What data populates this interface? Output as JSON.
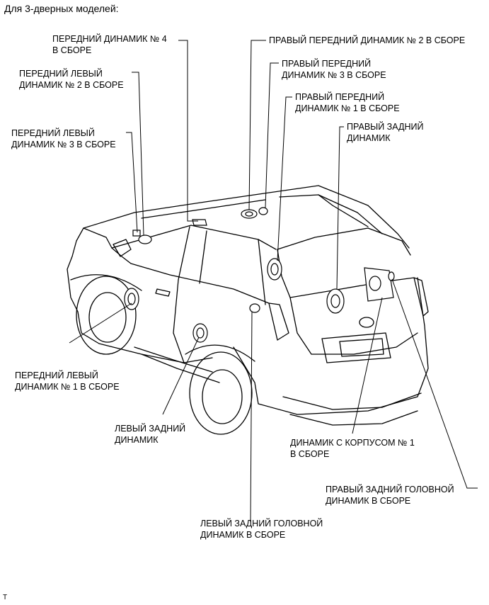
{
  "heading": "Для 3-дверных моделей:",
  "labels": {
    "front_4": [
      "ПЕРЕДНИЙ ДИНАМИК № 4",
      "В СБОРЕ"
    ],
    "right_front_2": [
      "ПРАВЫЙ ПЕРЕДНИЙ ДИНАМИК № 2 В СБОРЕ"
    ],
    "right_front_3": [
      "ПРАВЫЙ ПЕРЕДНИЙ",
      "ДИНАМИК № 3 В СБОРЕ"
    ],
    "left_front_2": [
      "ПЕРЕДНИЙ ЛЕВЫЙ",
      "ДИНАМИК № 2 В СБОРЕ"
    ],
    "right_front_1": [
      "ПРАВЫЙ ПЕРЕДНИЙ",
      "ДИНАМИК № 1 В СБОРЕ"
    ],
    "right_rear": [
      "ПРАВЫЙ ЗАДНИЙ",
      "ДИНАМИК"
    ],
    "left_front_3": [
      "ПЕРЕДНИЙ ЛЕВЫЙ",
      "ДИНАМИК № 3 В СБОРЕ"
    ],
    "left_front_1": [
      "ПЕРЕДНИЙ ЛЕВЫЙ",
      "ДИНАМИК № 1 В СБОРЕ"
    ],
    "left_rear": [
      "ЛЕВЫЙ ЗАДНИЙ",
      "ДИНАМИК"
    ],
    "box_1": [
      "ДИНАМИК С КОРПУСОМ № 1",
      "В СБОРЕ"
    ],
    "right_rear_head": [
      "ПРАВЫЙ ЗАДНИЙ ГОЛОВНОЙ",
      "ДИНАМИК В СБОРЕ"
    ],
    "left_rear_head": [
      "ЛЕВЫЙ ЗАДНИЙ ГОЛОВНОЙ",
      "ДИНАМИК В СБОРЕ"
    ]
  },
  "figure_code": "T"
}
